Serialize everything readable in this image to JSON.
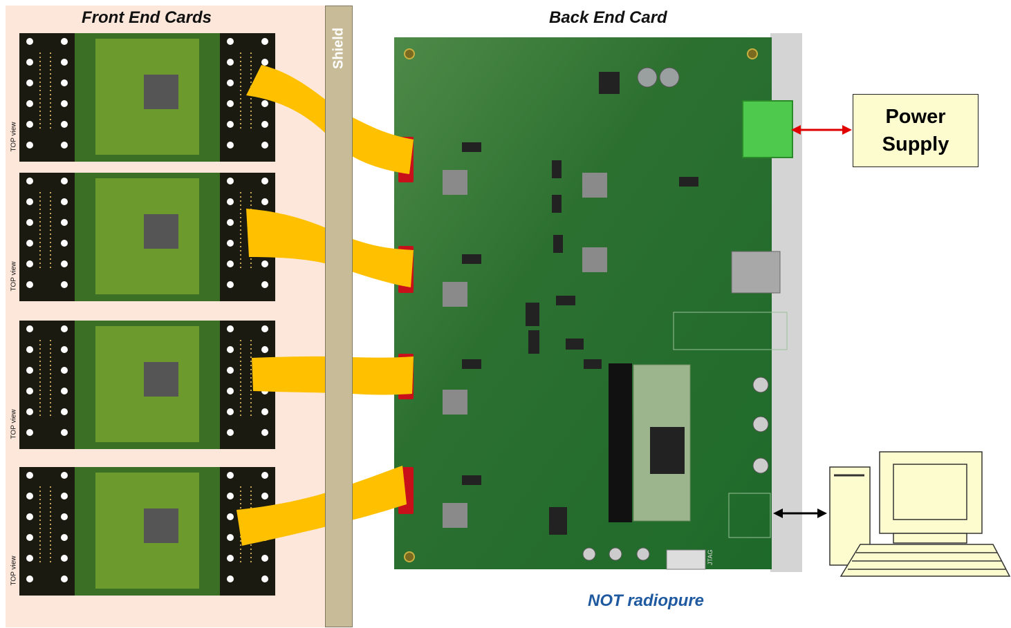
{
  "titles": {
    "front_end": "Front End Cards",
    "back_end": "Back End Card",
    "shield": "Shield",
    "not_radiopure": "NOT radiopure"
  },
  "front_end_cards": [
    {
      "label": "TOP view"
    },
    {
      "label": "TOP view"
    },
    {
      "label": "TOP view"
    },
    {
      "label": "TOP view"
    }
  ],
  "power_supply": {
    "label": "Power\nSupply"
  },
  "board_labels": {
    "jtag": "JTAG"
  },
  "colors": {
    "frontend_bg": "#fde7da",
    "shield": "#c8bc98",
    "ribbon": "#ffc000",
    "pcb": "#2b7a2f",
    "power_box": "#fdfccf",
    "arrow_power": "#e00000",
    "arrow_pc": "#000000",
    "not_radiopure_text": "#1f5aa0",
    "computer": "#fdfccf"
  }
}
